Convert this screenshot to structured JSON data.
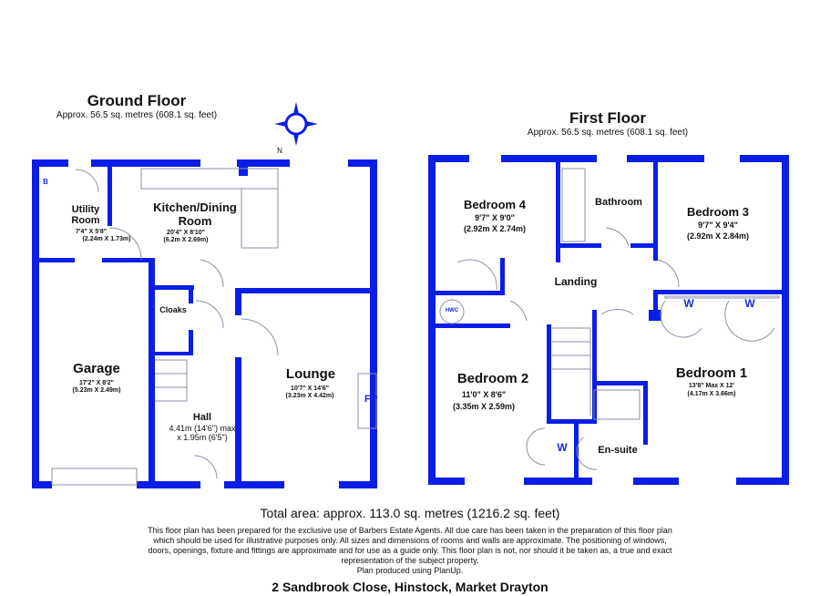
{
  "ground_floor": {
    "title": "Ground Floor",
    "area": "Approx. 56.5 sq. metres (608.1 sq. feet)",
    "compass_mark": "N",
    "rooms": [
      {
        "name": "Utility Room",
        "dims": "7'4\" X 5'8\"",
        "dims_m": "(2.24m X 1.73m)"
      },
      {
        "name": "Kitchen/Dining Room",
        "dims": "20'4\" X 8'10\"",
        "dims_m": "(6.2m X 2.69m)"
      },
      {
        "name": "Cloaks"
      },
      {
        "name": "Garage",
        "dims": "17'2\" X 8'2\"",
        "dims_m": "(5.23m X 2.49m)"
      },
      {
        "name": "Lounge",
        "dims": "10'7\" X 14'6\"",
        "dims_m": "(3.23m X 4.42m)"
      },
      {
        "name": "Hall",
        "dims": "4.41m (14'6\") max",
        "dims_m": "x 1.95m (6'5\")"
      }
    ],
    "boiler": "B",
    "fireplace": "FP"
  },
  "first_floor": {
    "title": "First Floor",
    "area": "Approx. 56.5 sq. metres (608.1 sq. feet)",
    "rooms": [
      {
        "name": "Bedroom 4",
        "dims": "9'7\" X 9'0\"",
        "dims_m": "(2.92m X 2.74m)"
      },
      {
        "name": "Bathroom"
      },
      {
        "name": "Bedroom 3",
        "dims": "9'7\" X 9'4\"",
        "dims_m": "(2.92m X 2.84m)"
      },
      {
        "name": "Landing"
      },
      {
        "name": "Bedroom 2",
        "dims": "11'0\" X 8'6\"",
        "dims_m": "(3.35m X 2.59m)"
      },
      {
        "name": "Bedroom 1",
        "dims": "13'8\" Max X 12'",
        "dims_m": "(4.17m X 3.66m)"
      },
      {
        "name": "En-suite"
      }
    ],
    "hwc": "HWC",
    "wardrobe": "W"
  },
  "footer": {
    "total": "Total area: approx. 113.0 sq. metres (1216.2 sq. feet)",
    "disclaimer": "This floor plan has been prepared for the exclusive use of Barbers Estate Agents. All due care has been taken in the preparation of this floor plan which should be used for illustrative purposes only. All sizes and dimensions of rooms and walls are approximate. The positioning of windows, doors, openings, fixture and fittings are approximate and for use as a guide only. This floor plan is not, nor should it be taken as, a true and exact representation of the subject property.",
    "produced": "Plan produced using PlanUp.",
    "address": "2 Sandbrook Close, Hinstock, Market Drayton"
  },
  "colors": {
    "wall": "#0a1ee6"
  }
}
